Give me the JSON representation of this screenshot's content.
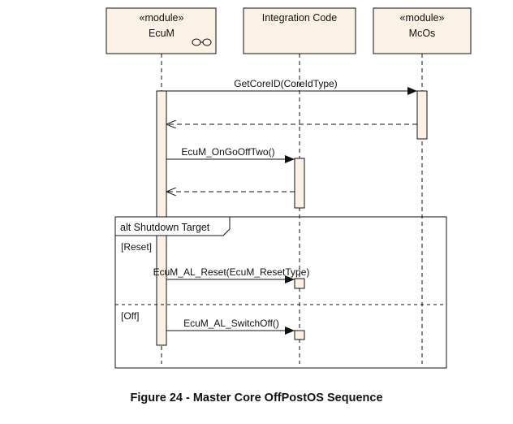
{
  "lifelines": [
    {
      "stereotype": "«module»",
      "name": "EcuM"
    },
    {
      "stereotype": "",
      "name": "Integration Code"
    },
    {
      "stereotype": "«module»",
      "name": "McOs"
    }
  ],
  "messages": [
    {
      "label": "GetCoreID(CoreIdType)"
    },
    {
      "label": "EcuM_OnGoOffTwo()"
    },
    {
      "label": "EcuM_AL_Reset(EcuM_ResetType)"
    },
    {
      "label": "EcuM_AL_SwitchOff()"
    }
  ],
  "fragment": {
    "label": "alt Shutdown Target",
    "guards": [
      "[Reset]",
      "[Off]"
    ]
  },
  "caption": "Figure 24 - Master Core OffPostOS Sequence",
  "colors": {
    "box_fill": "#fbf1e4",
    "line": "#111111"
  }
}
